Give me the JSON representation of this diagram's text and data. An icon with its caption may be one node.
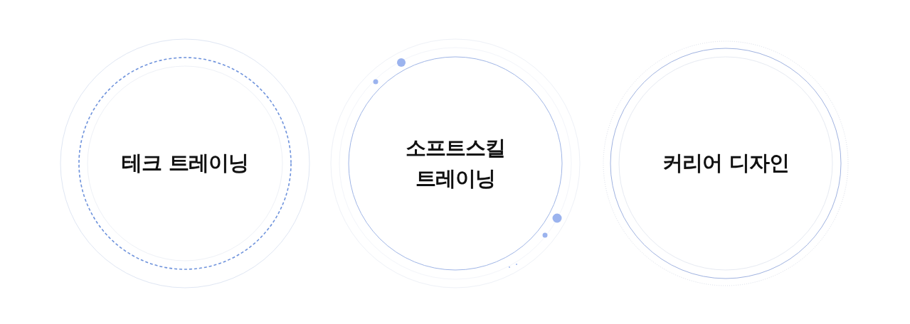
{
  "diagram": {
    "nodes": [
      {
        "text": [
          "테크 트레이닝"
        ]
      },
      {
        "text": [
          "소프트스킬 트레이닝"
        ]
      },
      {
        "text": [
          "커리어 디자인"
        ]
      }
    ]
  }
}
